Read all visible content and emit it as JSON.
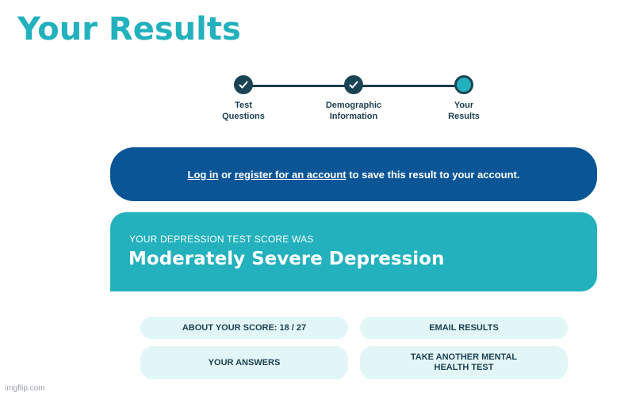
{
  "header": {
    "title": "Your Results"
  },
  "stepper": {
    "steps": [
      {
        "label_line1": "Test",
        "label_line2": "Questions",
        "state": "done"
      },
      {
        "label_line1": "Demographic",
        "label_line2": "Information",
        "state": "done"
      },
      {
        "label_line1": "Your",
        "label_line2": "Results",
        "state": "current"
      }
    ]
  },
  "login_banner": {
    "login_link": "Log in",
    "or_text": " or ",
    "register_link": "register for an account",
    "suffix": " to save this result to your account."
  },
  "score": {
    "caption": "YOUR DEPRESSION TEST SCORE WAS",
    "result": "Moderately Severe Depression"
  },
  "actions": {
    "about_score": "ABOUT YOUR SCORE: 18 / 27",
    "email_results": "EMAIL RESULTS",
    "your_answers": "YOUR ANSWERS",
    "another_test": "TAKE ANOTHER MENTAL HEALTH TEST"
  },
  "watermark": "imgflip.com",
  "colors": {
    "title": "#22b1bd",
    "banner": "#0a5596",
    "score_card": "#22b1bd",
    "button_bg": "#e2f6f8",
    "dark": "#1a4455"
  }
}
